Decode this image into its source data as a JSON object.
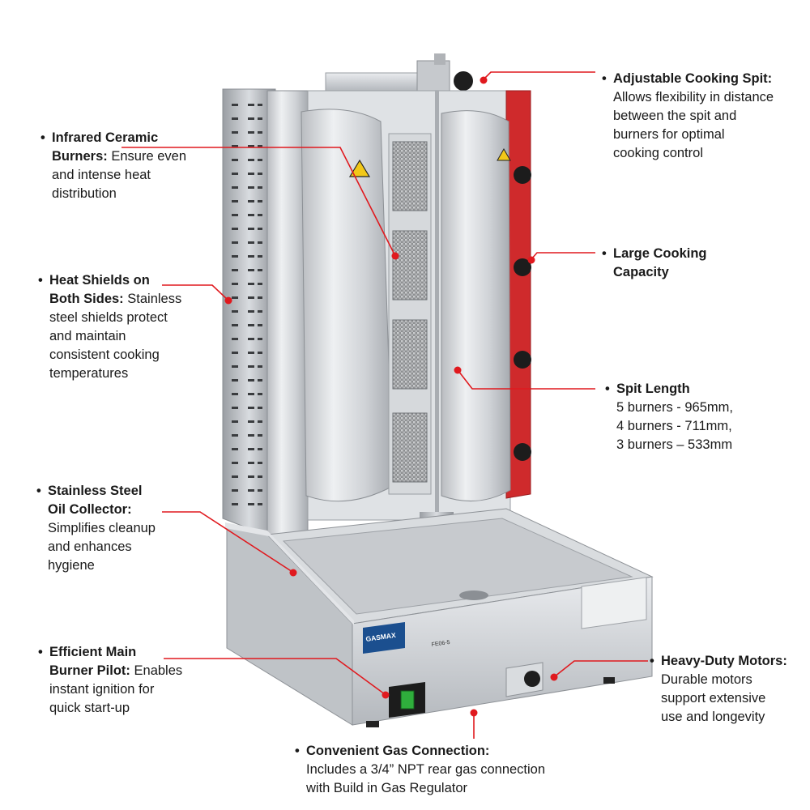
{
  "accent_color": "#e0191e",
  "machine": {
    "brand": "GASMAX",
    "model_label": "FE06-5",
    "warning_icon": "hot-surface-warning-icon",
    "switch_icon": "green-power-switch-icon"
  },
  "callouts": {
    "spit": {
      "title": "Adjustable Cooking Spit:",
      "lines": [
        "Allows flexibility in distance",
        "between the spit and",
        "burners for optimal",
        "cooking control"
      ]
    },
    "burners": {
      "title_line1": "Infrared Ceramic",
      "title_line2": "Burners:",
      "rest_line2": " Ensure even",
      "lines": [
        "and intense heat",
        "distribution"
      ]
    },
    "shields": {
      "title_line1": "Heat Shields on",
      "title_line2": "Both Sides:",
      "rest_line2": " Stainless",
      "lines": [
        "steel shields protect",
        "and maintain",
        "consistent cooking",
        "temperatures"
      ]
    },
    "capacity": {
      "title_line1": "Large Cooking",
      "title_line2": "Capacity"
    },
    "spitlen": {
      "title": "Spit Length",
      "lines": [
        "5 burners - 965mm,",
        "4 burners - 711mm,",
        "3 burners – 533mm"
      ]
    },
    "collector": {
      "title_line1": "Stainless Steel",
      "title_line2": "Oil Collector:",
      "lines": [
        "Simplifies cleanup",
        "and enhances",
        "hygiene"
      ]
    },
    "pilot": {
      "title_line1": "Efficient Main",
      "title_line2": "Burner Pilot:",
      "rest_line2": " Enables",
      "lines": [
        "instant ignition for",
        "quick start-up"
      ]
    },
    "motors": {
      "title": "Heavy-Duty Motors:",
      "lines": [
        "Durable motors",
        "support extensive",
        "use and longevity"
      ]
    },
    "gas": {
      "title": "Convenient Gas Connection:",
      "lines": [
        "Includes a 3/4” NPT rear gas connection",
        "with Build in Gas Regulator"
      ]
    }
  }
}
